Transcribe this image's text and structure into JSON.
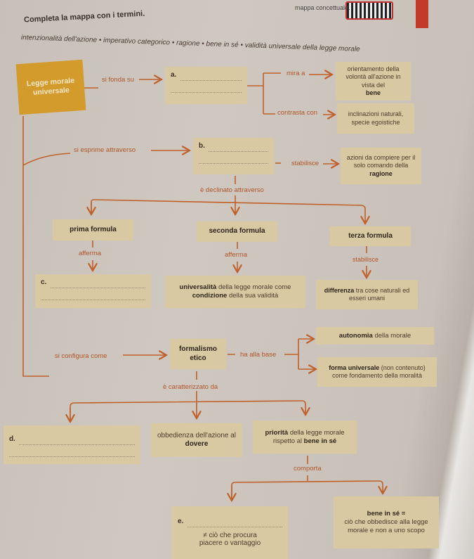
{
  "header": {
    "map_label": "mappa concettuale.",
    "instruction": "Completa la mappa con i termini.",
    "word_bank": "intenzionalità dell'azione • imperativo categorico • ragione • bene in sé • validità universale della legge morale"
  },
  "nodes": {
    "root": "Legge morale universale",
    "a": "a.",
    "b": "b.",
    "c": "c.",
    "d": "d.",
    "e": "e.",
    "orientamento": {
      "pre": "orientamento della volontà all'azione in vista del ",
      "bold": "bene"
    },
    "inclinazioni": "inclinazioni naturali, specie egoistiche",
    "azioni": {
      "pre": "azioni da compiere per il solo comando della ",
      "bold": "ragione"
    },
    "prima": "prima formula",
    "seconda": "seconda formula",
    "terza": "terza formula",
    "universalita": {
      "b1": "universalità",
      "t1": " della legge morale come ",
      "b2": "condizione",
      "t2": " della sua validità"
    },
    "differenza": {
      "bold": "differenza",
      "rest": " tra cose naturali ed esseri umani"
    },
    "formalismo": "formalismo etico",
    "autonomia": {
      "bold": "autonomia",
      "rest": " della morale"
    },
    "forma": {
      "bold": "forma universale",
      "rest": " (non contenuto) come fondamento della moralità"
    },
    "obbedienza": {
      "pre": "obbedienza dell'azione al ",
      "bold": "dovere"
    },
    "priorita": {
      "bold": "priorità",
      "mid": " della legge morale rispetto al ",
      "bold2": "bene in sé"
    },
    "e_text": "≠ ciò che procura piacere o vantaggio",
    "bene": {
      "bold": "bene in sé =",
      "rest": "ciò che obbedisce alla legge morale e non a uno scopo"
    }
  },
  "links": {
    "si_fonda_su": "si fonda su",
    "mira_a": "mira a",
    "contrasta_con": "contrasta con",
    "si_esprime": "si esprime attraverso",
    "stabilisce": "stabilisce",
    "declinato": "è declinato attraverso",
    "afferma1": "afferma",
    "afferma2": "afferma",
    "stabilisce2": "stabilisce",
    "si_configura": "si configura come",
    "ha_alla_base": "ha alla base",
    "caratterizzato": "è caratterizzato da",
    "comporta": "comporta"
  },
  "colors": {
    "line": "#c0602a",
    "box": "#d9c9a2",
    "root": "#d39a2c"
  }
}
